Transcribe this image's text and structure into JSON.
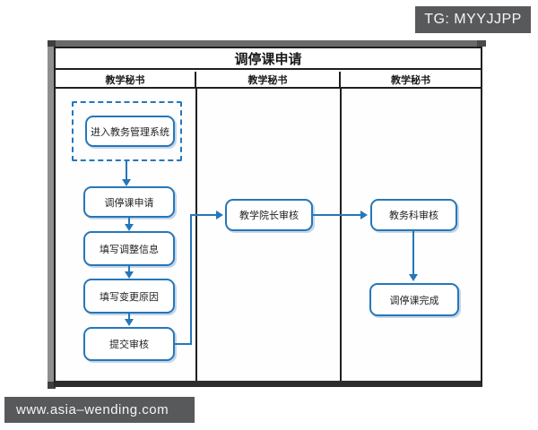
{
  "overlay": {
    "tg_badge": "TG: MYYJJPP",
    "watermark": "www.asia–wending.com"
  },
  "diagram": {
    "title": "调停课申请",
    "lanes": [
      {
        "label": "教学秘书"
      },
      {
        "label": "教学秘书"
      },
      {
        "label": "教学秘书"
      }
    ],
    "nodes": {
      "enter_system": "进入教务管理系统",
      "apply": "调停课申请",
      "fill_adjust_info": "填写调整信息",
      "fill_change_reason": "填写变更原因",
      "submit_review": "提交审核",
      "dean_review": "教学院长审核",
      "academic_office_review": "教务科审核",
      "complete": "调停课完成"
    },
    "colors": {
      "node_border": "#2577b9",
      "arrow": "#2577b9",
      "frame_border": "#1f1f1f",
      "badge_bg": "#58595b"
    }
  }
}
